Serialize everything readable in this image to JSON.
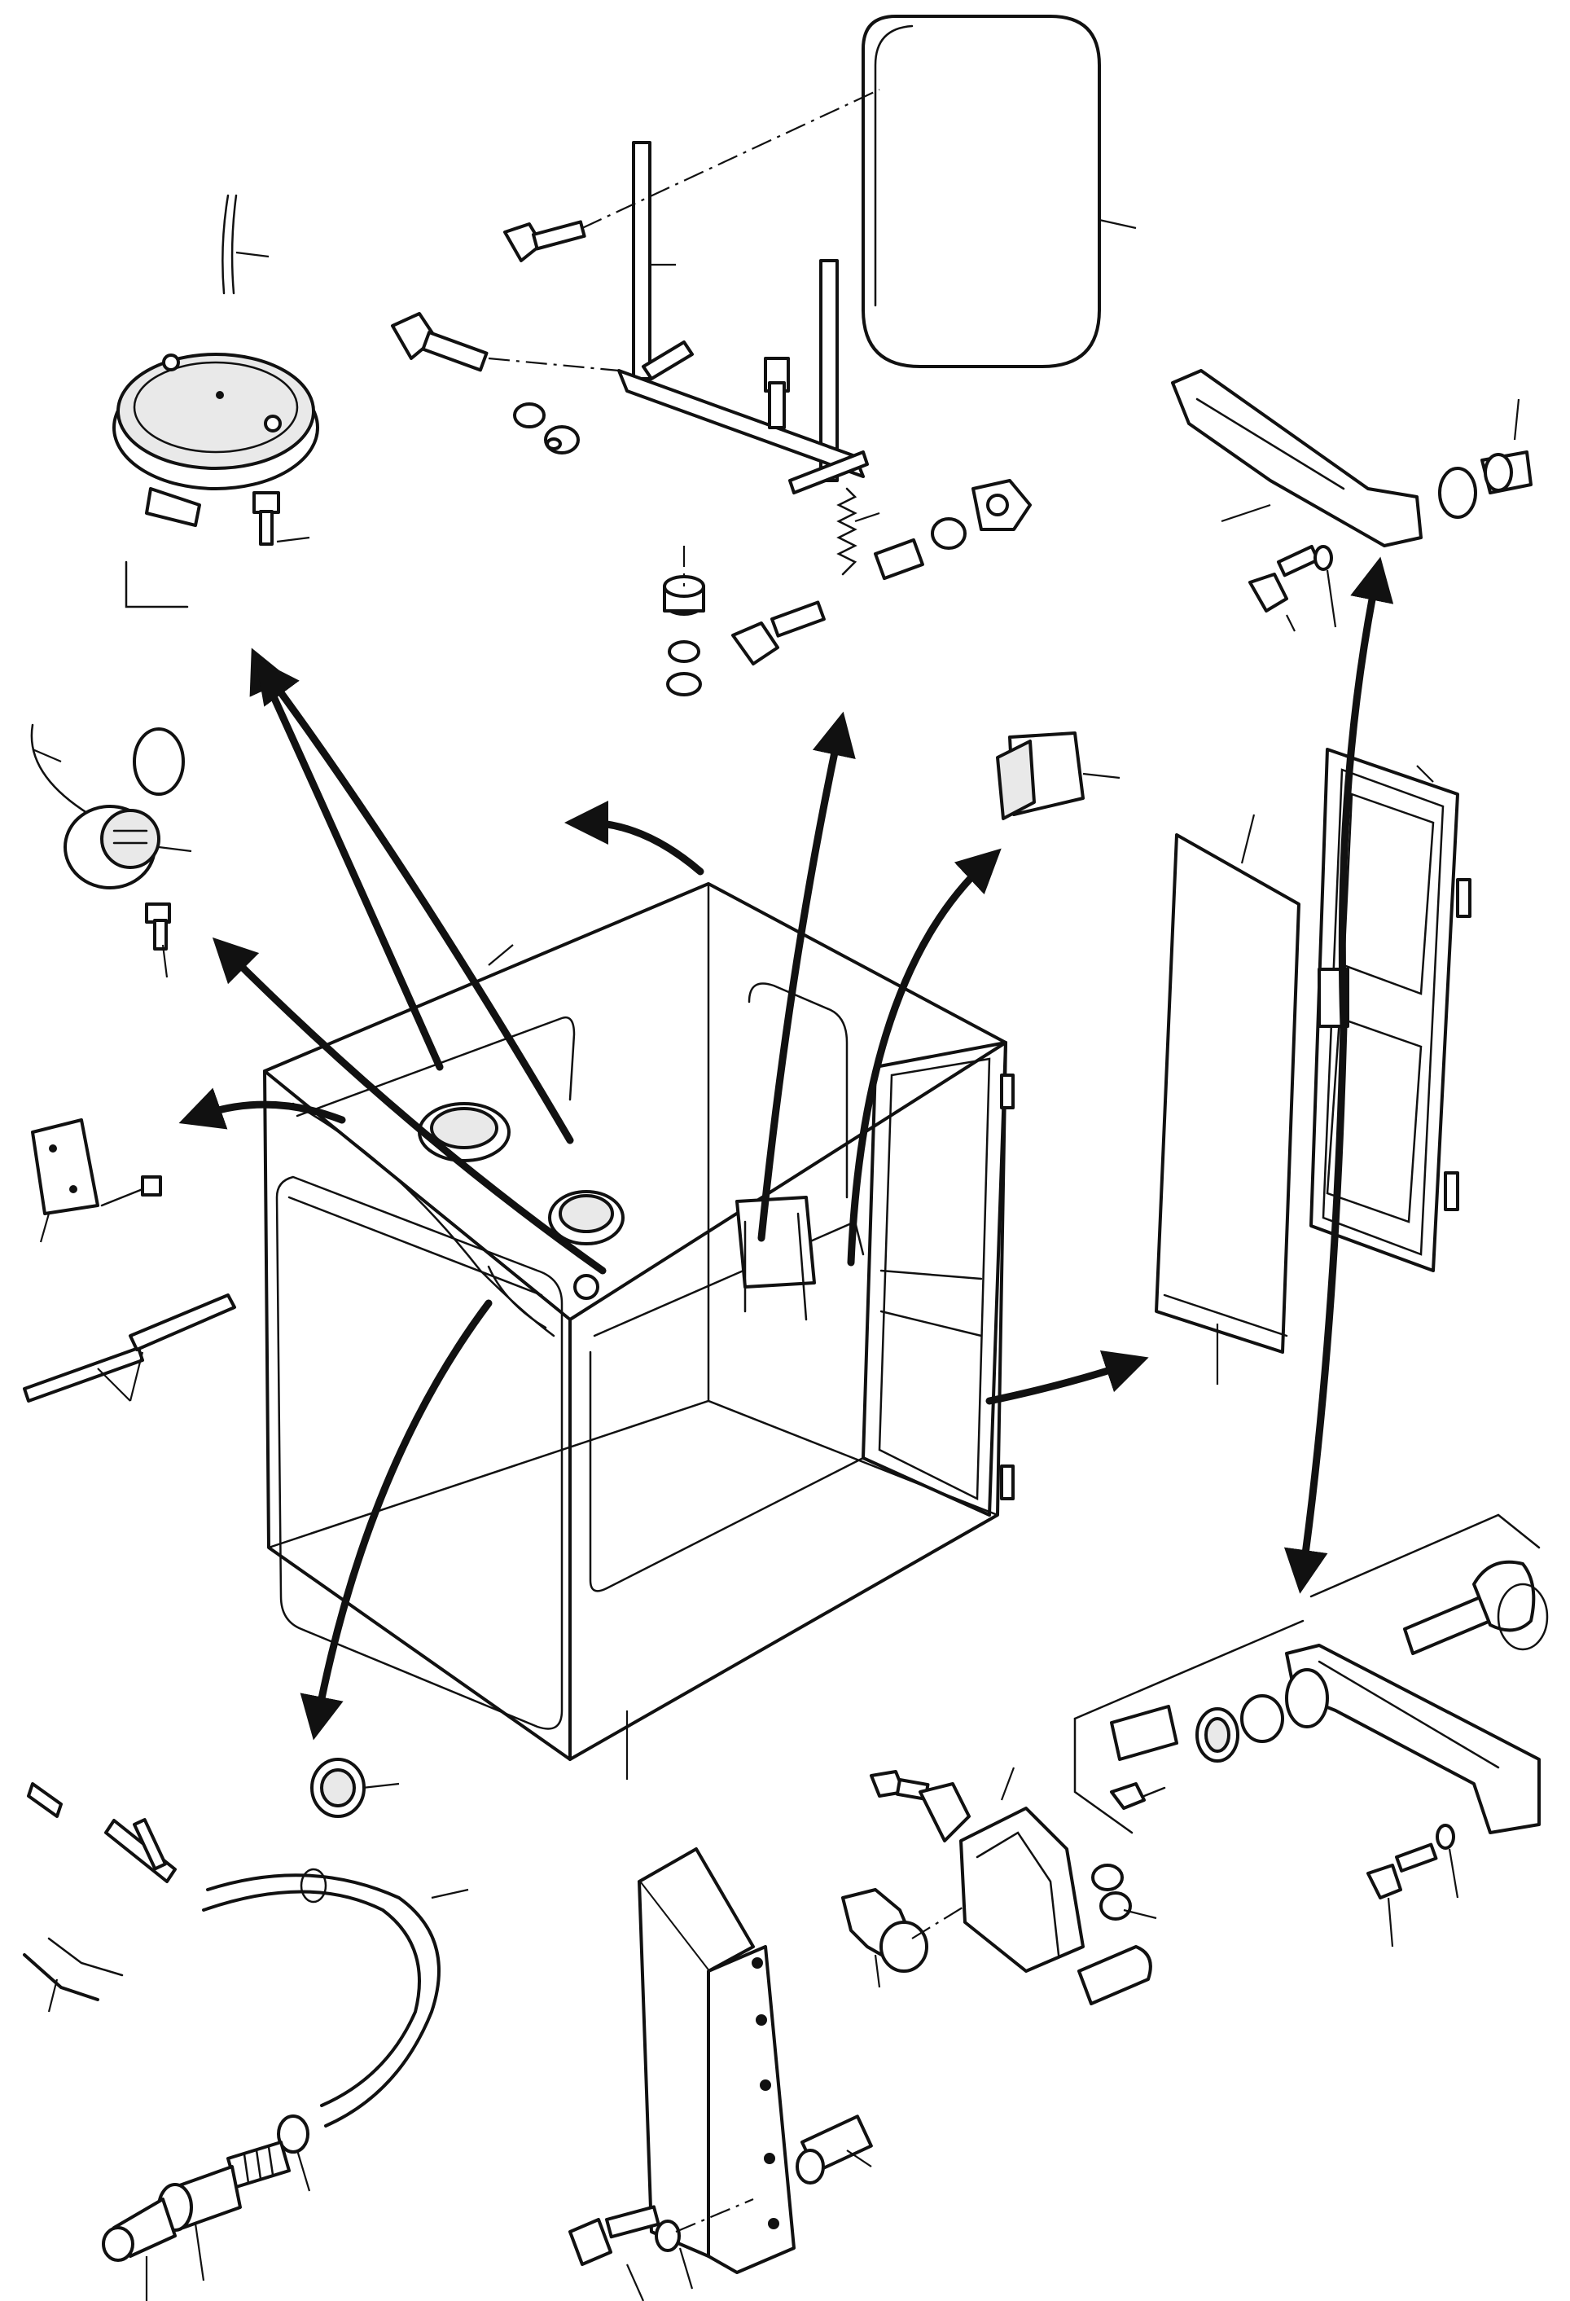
{
  "diagram": {
    "type": "exploded-parts-drawing",
    "parts": [
      {
        "id": "seat-cushion",
        "icon": "cushion-icon"
      },
      {
        "id": "seat-frame",
        "icon": "frame-icon"
      },
      {
        "id": "dome-light",
        "icon": "lamp-icon"
      },
      {
        "id": "grab-handle",
        "icon": "handle-icon"
      },
      {
        "id": "rocker-switch",
        "icon": "switch-icon"
      },
      {
        "id": "socket",
        "icon": "socket-icon"
      },
      {
        "id": "cab-body",
        "icon": "cab-icon"
      },
      {
        "id": "door",
        "icon": "door-icon"
      },
      {
        "id": "door-glass",
        "icon": "glass-icon"
      },
      {
        "id": "washer-hose",
        "icon": "hose-icon"
      },
      {
        "id": "washer-nozzle",
        "icon": "nozzle-icon"
      },
      {
        "id": "grommet",
        "icon": "grommet-icon"
      },
      {
        "id": "door-lock-handle",
        "icon": "lock-handle-icon"
      },
      {
        "id": "ignition-key",
        "icon": "key-icon"
      },
      {
        "id": "door-latch",
        "icon": "latch-icon"
      },
      {
        "id": "door-hinge",
        "icon": "hinge-icon"
      }
    ]
  }
}
